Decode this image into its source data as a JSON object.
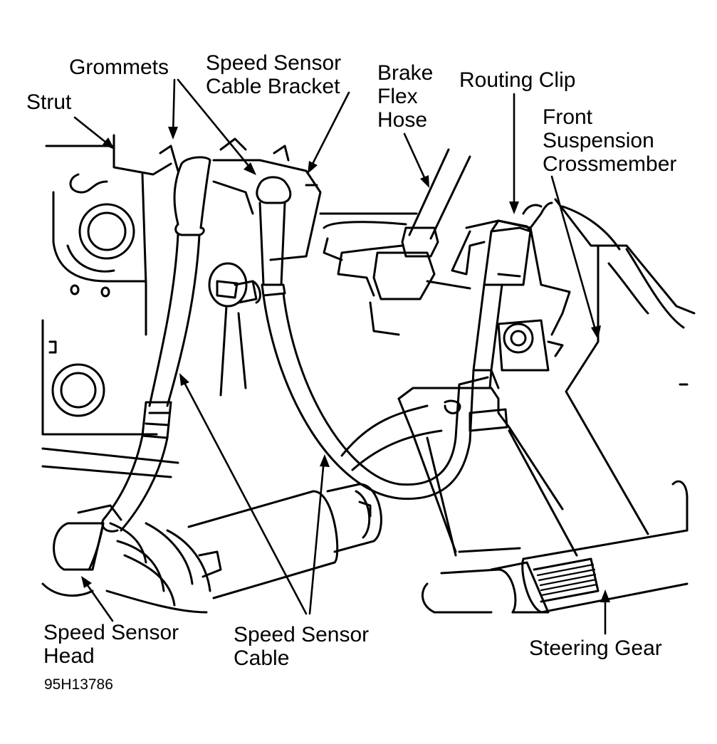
{
  "labels": {
    "grommets": "Grommets",
    "bracket": [
      "Speed Sensor",
      "Cable Bracket"
    ],
    "brake_hose": [
      "Brake",
      "Flex",
      "Hose"
    ],
    "routing_clip": "Routing Clip",
    "strut": "Strut",
    "crossmember": [
      "Front",
      "Suspension",
      "Crossmember"
    ],
    "sensor_head": [
      "Speed Sensor",
      "Head"
    ],
    "sensor_cable": [
      "Speed Sensor",
      "Cable"
    ],
    "steering_gear": "Steering Gear"
  },
  "figure_code": "95H13786",
  "colors": {
    "ink": "#000000",
    "paper": "#ffffff"
  }
}
